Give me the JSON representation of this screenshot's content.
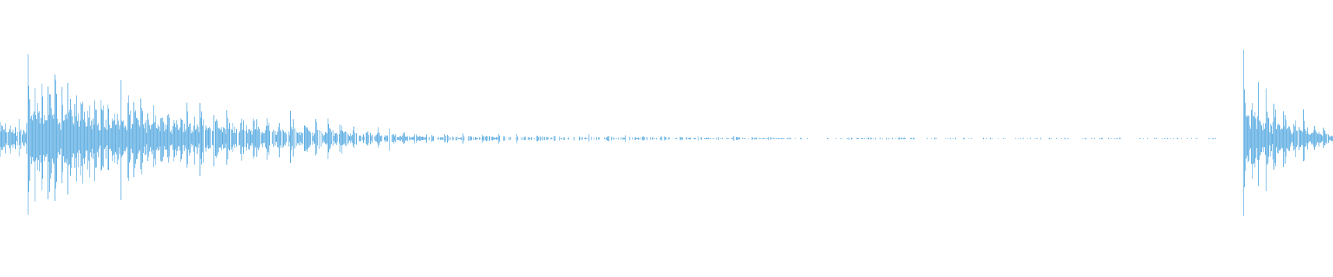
{
  "waveform": {
    "color": "#5dade2",
    "background": "#ffffff",
    "segments": [
      {
        "start": 0.0,
        "end": 0.021,
        "amp": 0.29,
        "decay": 0.18,
        "pulses": 22,
        "density": 0.95
      },
      {
        "start": 0.021,
        "end": 0.15,
        "amp": 0.98,
        "decay": 0.62,
        "pulses": 26,
        "density": 1.0
      },
      {
        "start": 0.15,
        "end": 0.19,
        "amp": 0.44,
        "decay": 0.3,
        "pulses": 4,
        "density": 0.9
      },
      {
        "start": 0.19,
        "end": 0.32,
        "amp": 0.34,
        "decay": 0.85,
        "pulses": 14,
        "density": 0.82
      },
      {
        "start": 0.32,
        "end": 0.59,
        "amp": 0.06,
        "decay": 0.7,
        "pulses": 20,
        "density": 0.55
      },
      {
        "start": 0.59,
        "end": 0.913,
        "amp": 0.012,
        "decay": 0.4,
        "pulses": 0,
        "density": 0.24
      },
      {
        "start": 0.933,
        "end": 0.955,
        "amp": 1.0,
        "decay": 0.55,
        "pulses": 4,
        "density": 1.0
      },
      {
        "start": 0.955,
        "end": 1.0,
        "amp": 0.5,
        "decay": 0.8,
        "pulses": 6,
        "density": 0.95
      }
    ]
  }
}
